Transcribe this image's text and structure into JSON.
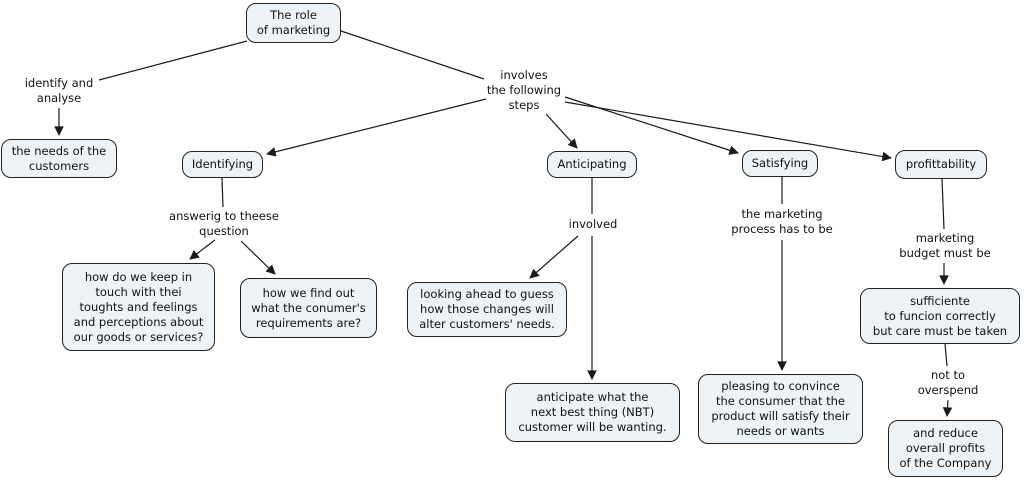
{
  "diagram": {
    "type": "concept-map",
    "topic": "The role of marketing",
    "colors": {
      "background": "#ffffff",
      "node_fill": "#ecf2f6",
      "node_border": "#222222",
      "line": "#1a1a1a",
      "text": "#111111"
    },
    "nodes": {
      "role": "The role\nof marketing",
      "needs": "the needs of the\ncustomers",
      "identifying": "Identifying",
      "anticipating": "Anticipating",
      "satisfying": "Satisfying",
      "profittability": "profittability",
      "keep_in_touch": "how do we keep in\ntouch with thei\ntoughts and feelings\nand perceptions about\nour goods or services?",
      "find_out": "how we find out\nwhat the conumer's\nrequirements are?",
      "looking_ahead": "looking ahead to guess\nhow those changes will\nalter customers' needs.",
      "anticipate_nbt": "anticipate what the\nnext best thing (NBT)\ncustomer will be wanting.",
      "pleasing": "pleasing to convince\nthe consumer that the\nproduct will satisfy their\nneeds or wants",
      "sufficiente": "sufficiente\nto funcion correctly\nbut care must be taken",
      "reduce_profits": "and reduce\noverall profits\nof the Company"
    },
    "labels": {
      "identify_analyse": "identify and\nanalyse",
      "involves_steps": "involves\nthe following\nsteps",
      "answering_question": "answerig to theese\nquestion",
      "involved": "involved",
      "marketing_process": "the marketing\nprocess has to be",
      "marketing_budget": "marketing\nbudget must be",
      "not_to_overspend": "not to\noverspend"
    }
  }
}
